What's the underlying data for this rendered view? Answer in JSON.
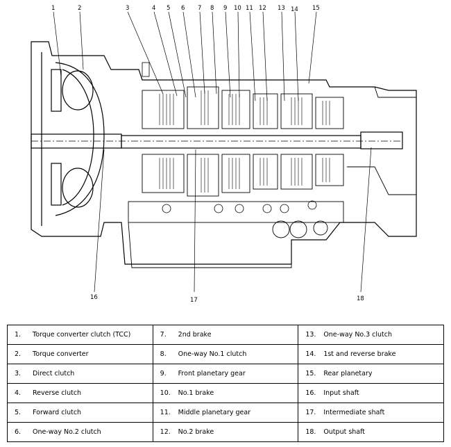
{
  "callouts": [
    "1",
    "2",
    "3",
    "4",
    "5",
    "6",
    "7",
    "8",
    "9",
    "10",
    "11",
    "12",
    "13",
    "14",
    "15",
    "16",
    "17",
    "18"
  ],
  "legend": [
    [
      "1.",
      "Torque converter clutch (TCC)"
    ],
    [
      "2.",
      "Torque converter"
    ],
    [
      "3.",
      "Direct clutch"
    ],
    [
      "4.",
      "Reverse clutch"
    ],
    [
      "5.",
      "Forward clutch"
    ],
    [
      "6.",
      "One-way No.2 clutch"
    ],
    [
      "7.",
      "2nd brake"
    ],
    [
      "8.",
      "One-way No.1 clutch"
    ],
    [
      "9.",
      "Front planetary gear"
    ],
    [
      "10.",
      "No.1 brake"
    ],
    [
      "11.",
      "Middle planetary gear"
    ],
    [
      "12.",
      "No.2 brake"
    ],
    [
      "13.",
      "One-way No.3 clutch"
    ],
    [
      "14.",
      "1st and reverse brake"
    ],
    [
      "15.",
      "Rear planetary"
    ],
    [
      "16.",
      "Input shaft"
    ],
    [
      "17.",
      "Intermediate shaft"
    ],
    [
      "18.",
      "Output shaft"
    ]
  ]
}
